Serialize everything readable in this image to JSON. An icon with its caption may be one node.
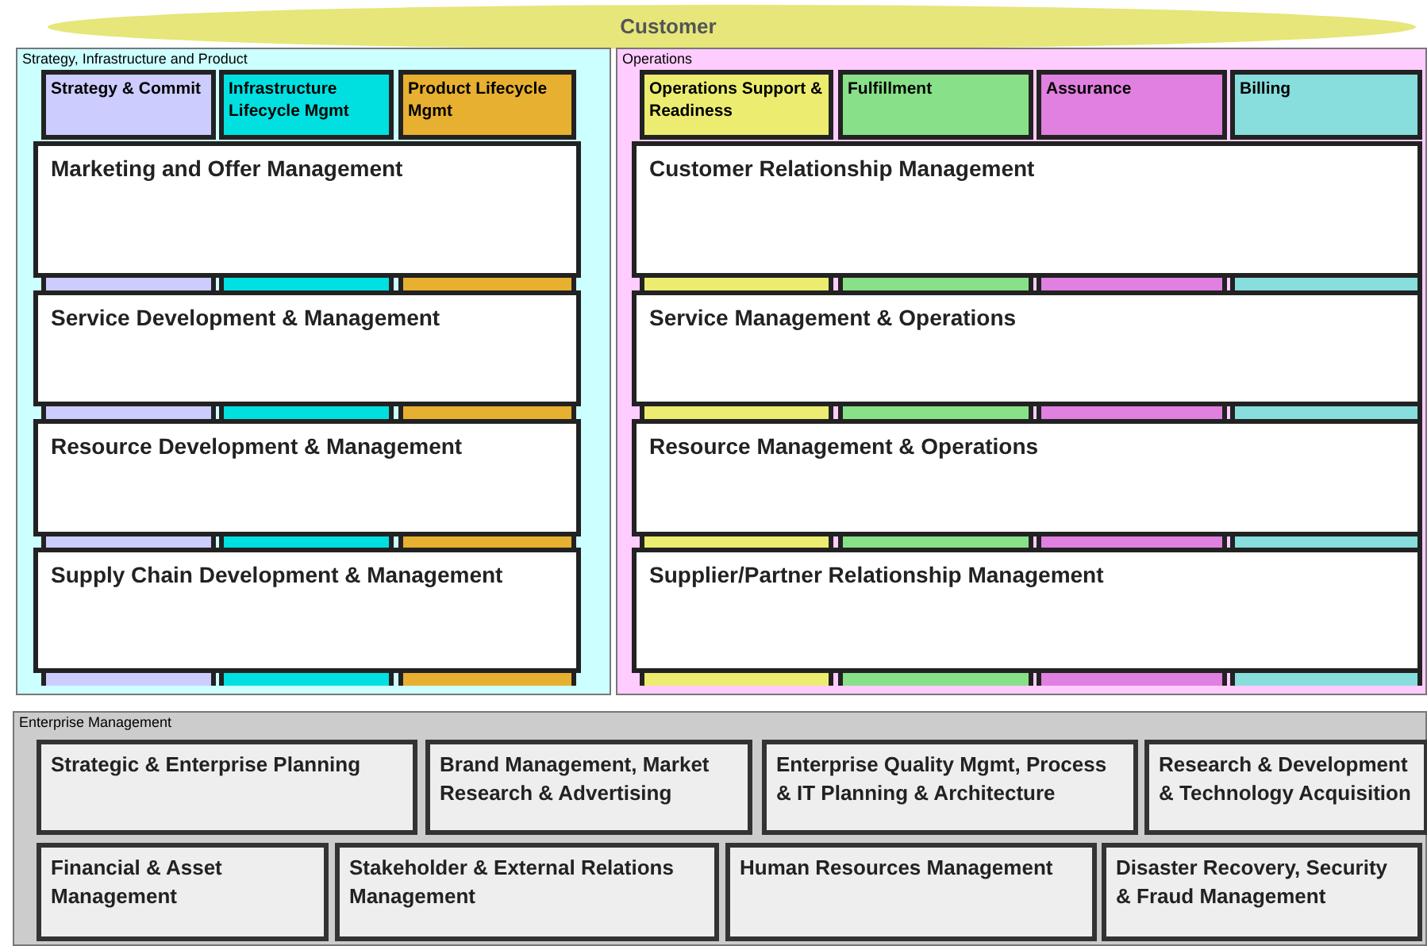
{
  "diagram": {
    "nodes": [
      {
        "text": [
          "Customer"
        ]
      },
      {
        "text": [
          "Strategy, Infrastructure and Product"
        ]
      },
      {
        "text": [
          "Strategy & Commit"
        ],
        "in": 1
      },
      {
        "text": [
          "Infrastructure Lifecycle Mgmt"
        ],
        "in": 1
      },
      {
        "text": [
          "Product Lifecycle Mgmt"
        ],
        "in": 1
      },
      {
        "text": [
          "Marketing and Offer Management"
        ],
        "in": 1
      },
      {
        "text": [
          "Service Development & Management"
        ],
        "in": 1
      },
      {
        "text": [
          "Resource Development & Management"
        ],
        "in": 1
      },
      {
        "text": [
          "Supply Chain Development & Management"
        ],
        "in": 1
      },
      {
        "text": [
          "Operations"
        ]
      },
      {
        "text": [
          "Operations Support & Readiness"
        ],
        "in": 9
      },
      {
        "text": [
          "Fulfillment"
        ],
        "in": 9
      },
      {
        "text": [
          "Assurance"
        ],
        "in": 9
      },
      {
        "text": [
          "Billing"
        ],
        "in": 9
      },
      {
        "text": [
          "Customer Relationship Management"
        ],
        "in": 9
      },
      {
        "text": [
          "Service Management & Operations"
        ],
        "in": 9
      },
      {
        "text": [
          "Resource Management & Operations"
        ],
        "in": 9
      },
      {
        "text": [
          "Supplier/Partner Relationship Management"
        ],
        "in": 9
      },
      {
        "text": [
          "Enterprise Management"
        ]
      },
      {
        "text": [
          "Strategic & Enterprise Planning"
        ],
        "in": 18
      },
      {
        "text": [
          "Brand Management, Market Research & Advertising"
        ],
        "in": 18
      },
      {
        "text": [
          "Enterprise Quality Mgmt, Process & IT Planning & Architecture"
        ],
        "in": 18
      },
      {
        "text": [
          "Research & Development & Technology Acquisition"
        ],
        "in": 18
      },
      {
        "text": [
          "Financial & Asset Management"
        ],
        "in": 18
      },
      {
        "text": [
          "Stakeholder & External Relations Management"
        ],
        "in": 18
      },
      {
        "text": [
          "Human Resources Management"
        ],
        "in": 18
      },
      {
        "text": [
          "Disaster Recovery, Security & Fraud Management"
        ],
        "in": 18
      }
    ]
  }
}
